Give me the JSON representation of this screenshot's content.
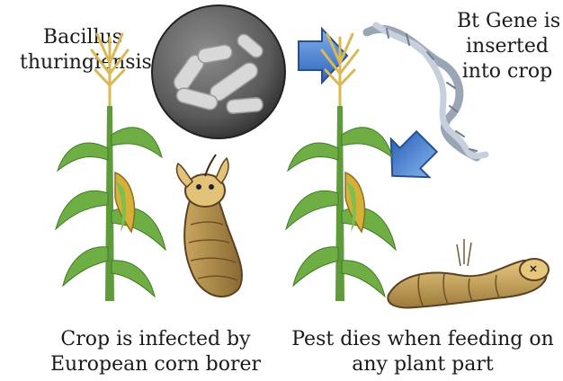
{
  "labels": {
    "bacillus": [
      "Bacillus",
      "thuringiensis"
    ],
    "bt_gene": [
      "Bt Gene is",
      "inserted",
      "into crop"
    ]
  },
  "captions": {
    "left": [
      "Crop is infected by",
      "European corn borer"
    ],
    "right": [
      "Pest dies when feeding on",
      "any plant part"
    ]
  },
  "colors": {
    "arrow": "#4a86d6",
    "bacteria_disc": "#5e5e5e",
    "stalk": "#5f9b3a",
    "corn_ear": "#d6b13a",
    "tassel": "#d9b955",
    "larva": "#a8874a",
    "dna": "#8a97a8"
  },
  "icons": [
    "bacteria-icon",
    "arrow-right-icon",
    "dna-helix-icon",
    "arrow-down-left-icon",
    "corn-plant-icon",
    "corn-borer-larva-icon",
    "dead-larva-icon"
  ]
}
